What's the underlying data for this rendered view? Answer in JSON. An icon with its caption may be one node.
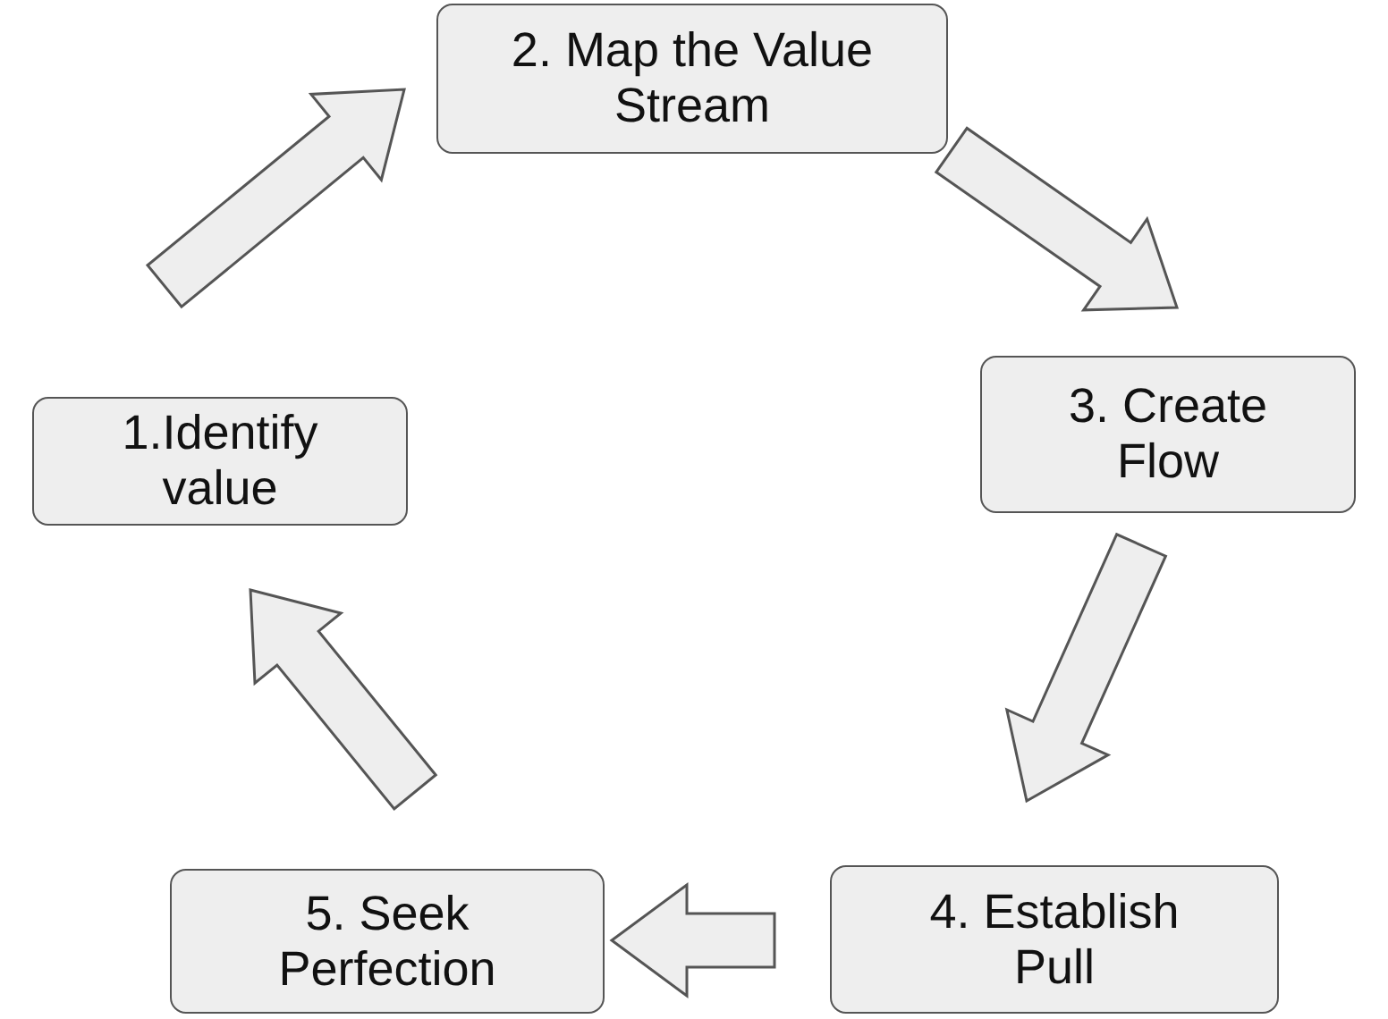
{
  "diagram": {
    "nodes": [
      {
        "text": [
          "1.Identify value"
        ]
      },
      {
        "text": [
          "2. Map the Value Stream"
        ]
      },
      {
        "text": [
          "3. Create Flow"
        ]
      },
      {
        "text": [
          "4. Establish Pull"
        ]
      },
      {
        "text": [
          "5. Seek Perfection"
        ]
      }
    ],
    "edges": [
      {
        "from": 0,
        "to": 1,
        "arrow": "to"
      },
      {
        "from": 1,
        "to": 2,
        "arrow": "to"
      },
      {
        "from": 2,
        "to": 3,
        "arrow": "to"
      },
      {
        "from": 3,
        "to": 4,
        "arrow": "to"
      },
      {
        "from": 4,
        "to": 0,
        "arrow": "to"
      }
    ]
  }
}
